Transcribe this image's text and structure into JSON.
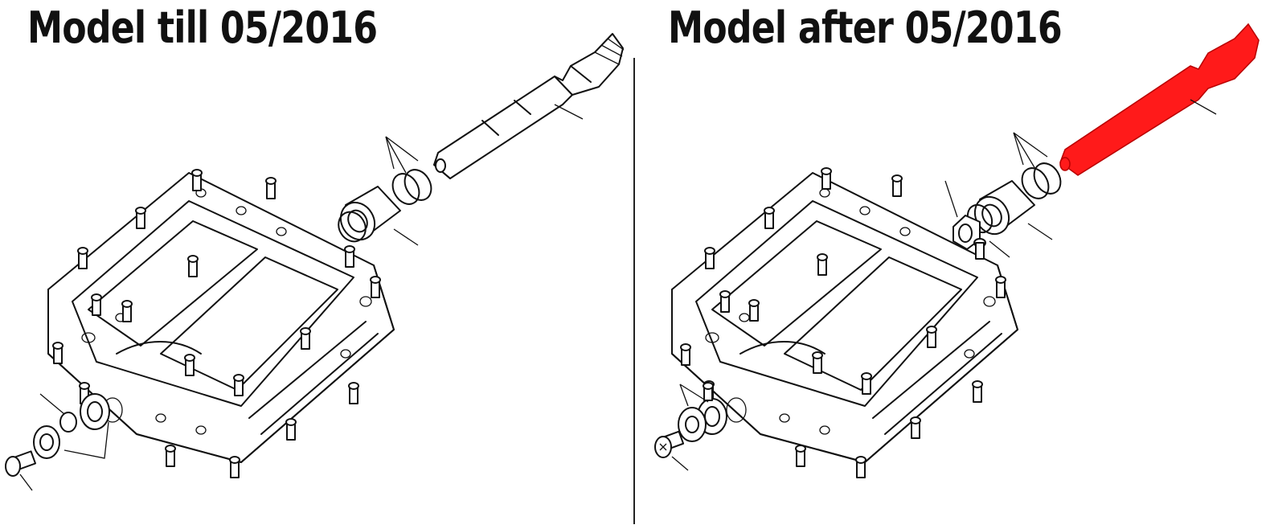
{
  "panels": {
    "left": {
      "title": "Model till 05/2016"
    },
    "right": {
      "title": "Model after 05/2016"
    }
  },
  "colors": {
    "line": "#111111",
    "background": "#ffffff",
    "highlight": "#ff1a1a"
  },
  "highlighted_part": "axle"
}
